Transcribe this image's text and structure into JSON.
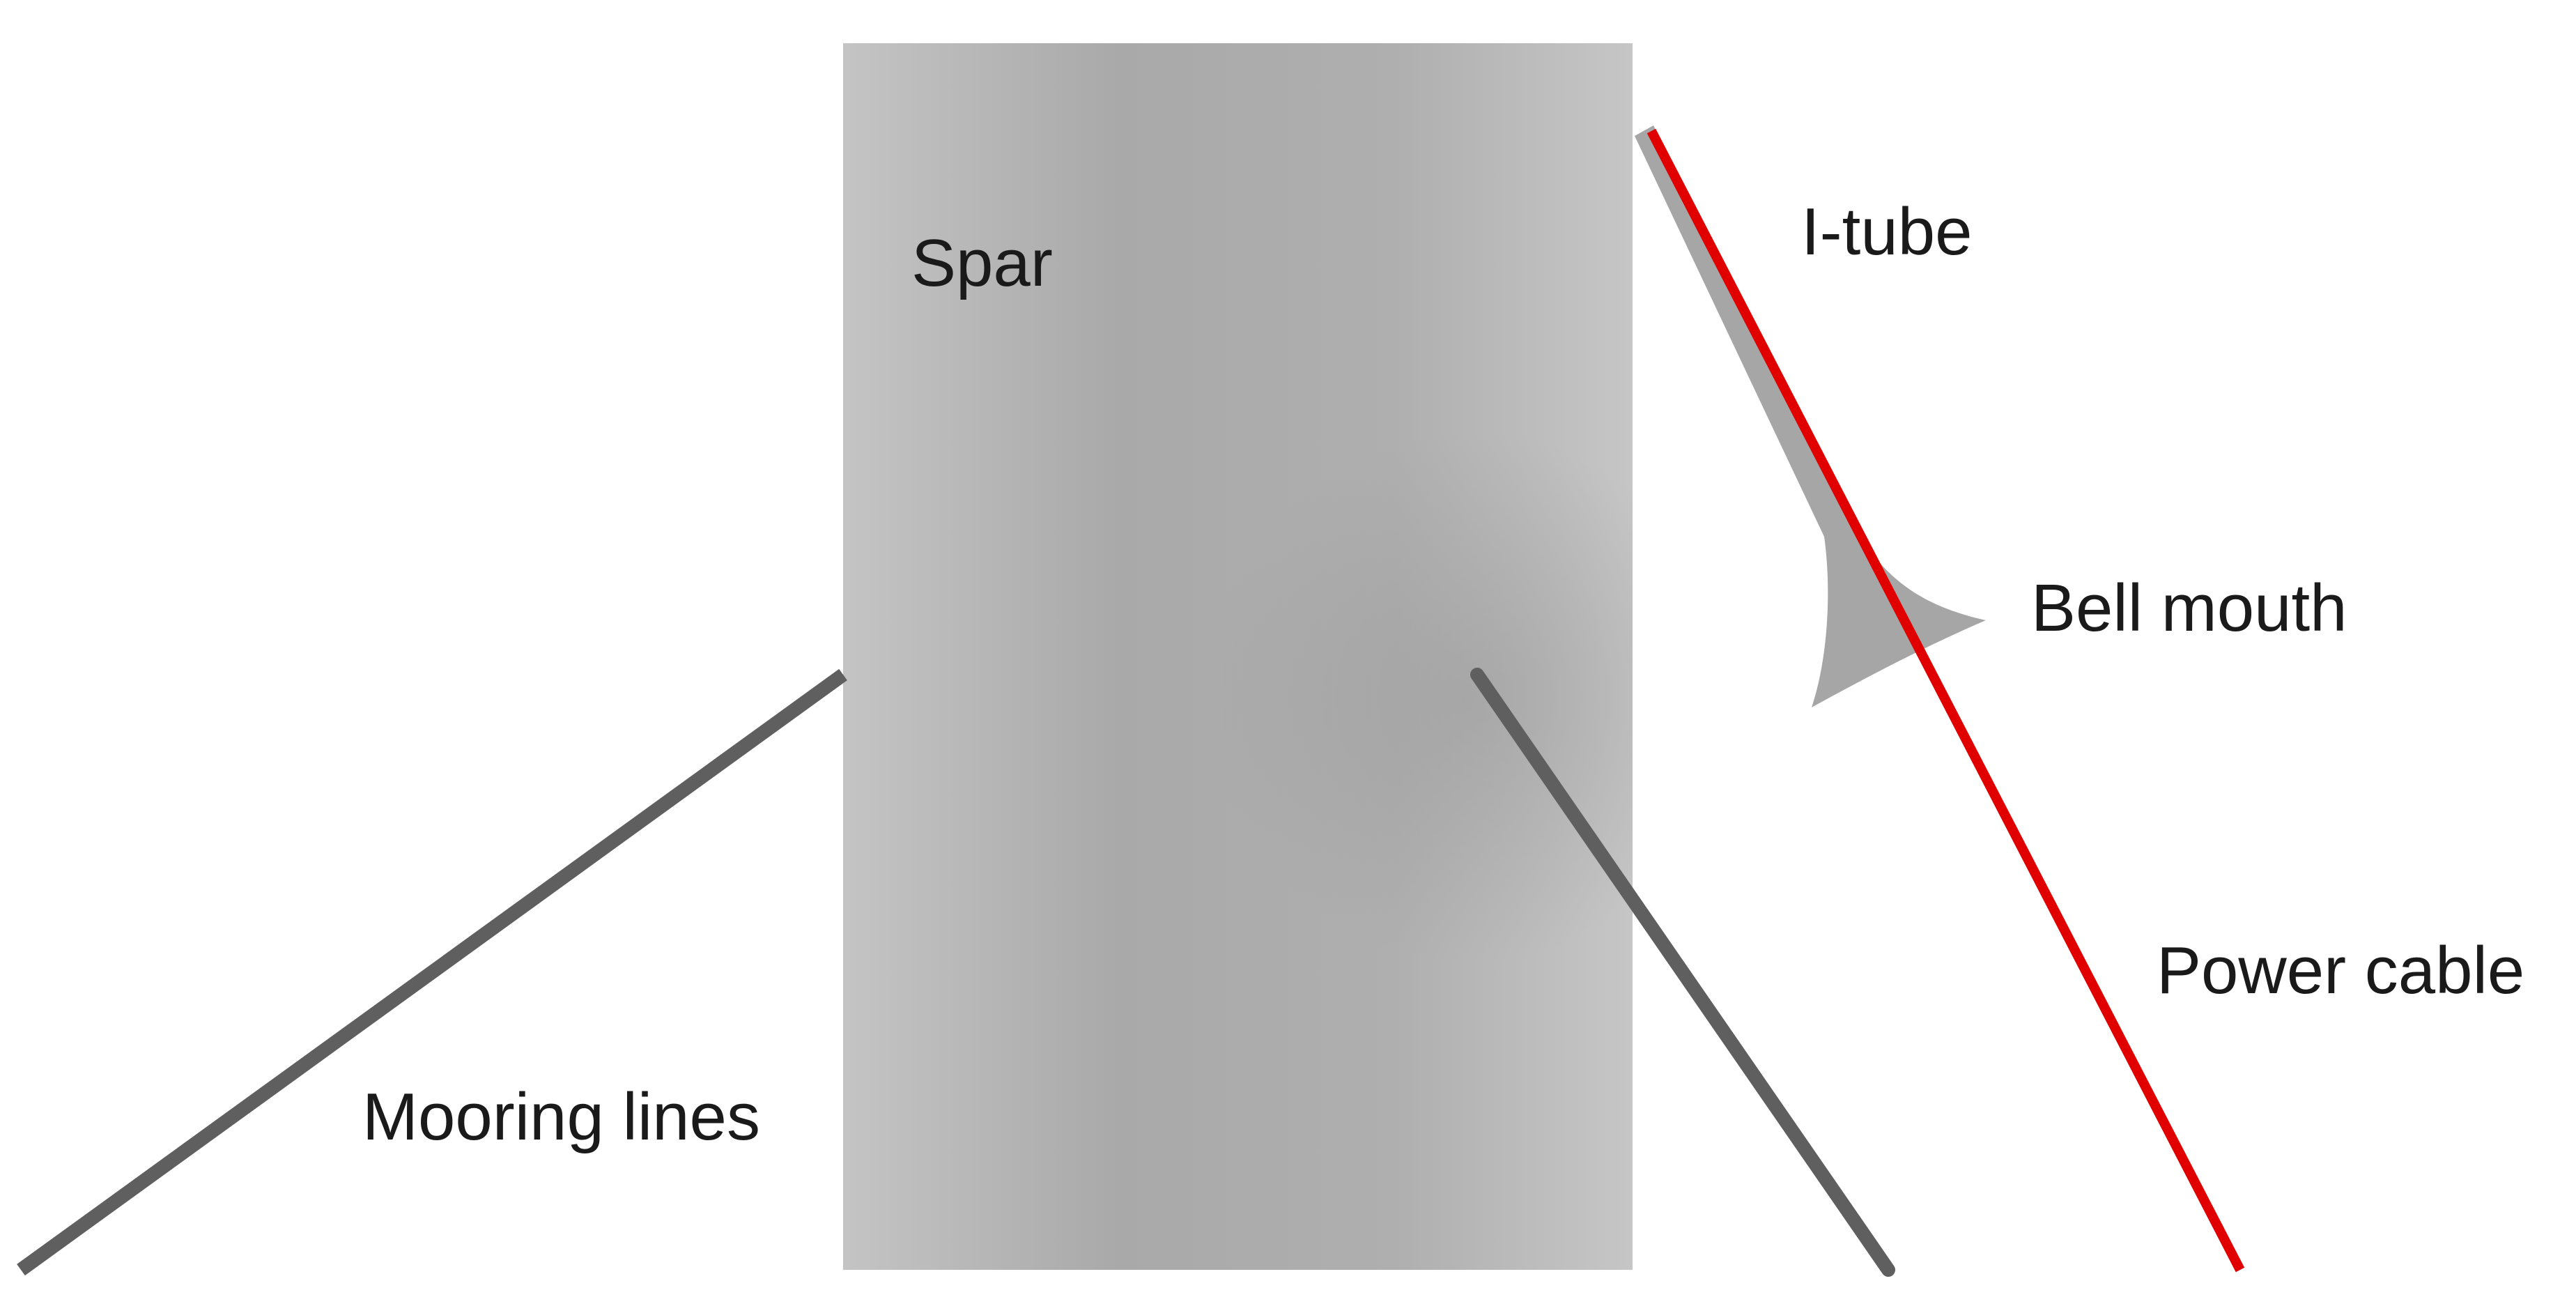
{
  "labels": {
    "spar": "Spar",
    "i_tube": "I-tube",
    "bell_mouth": "Bell mouth",
    "power_cable": "Power cable",
    "mooring_lines": "Mooring lines"
  },
  "colors": {
    "spar_light": "#c4c4c4",
    "spar_dark": "#a9a9a9",
    "spar_edge": "#c6c6c6",
    "mooring_line": "#5f5f5f",
    "i_tube": "#a6a6a6",
    "power_cable": "#e00000",
    "text": "#1a1a1a"
  }
}
